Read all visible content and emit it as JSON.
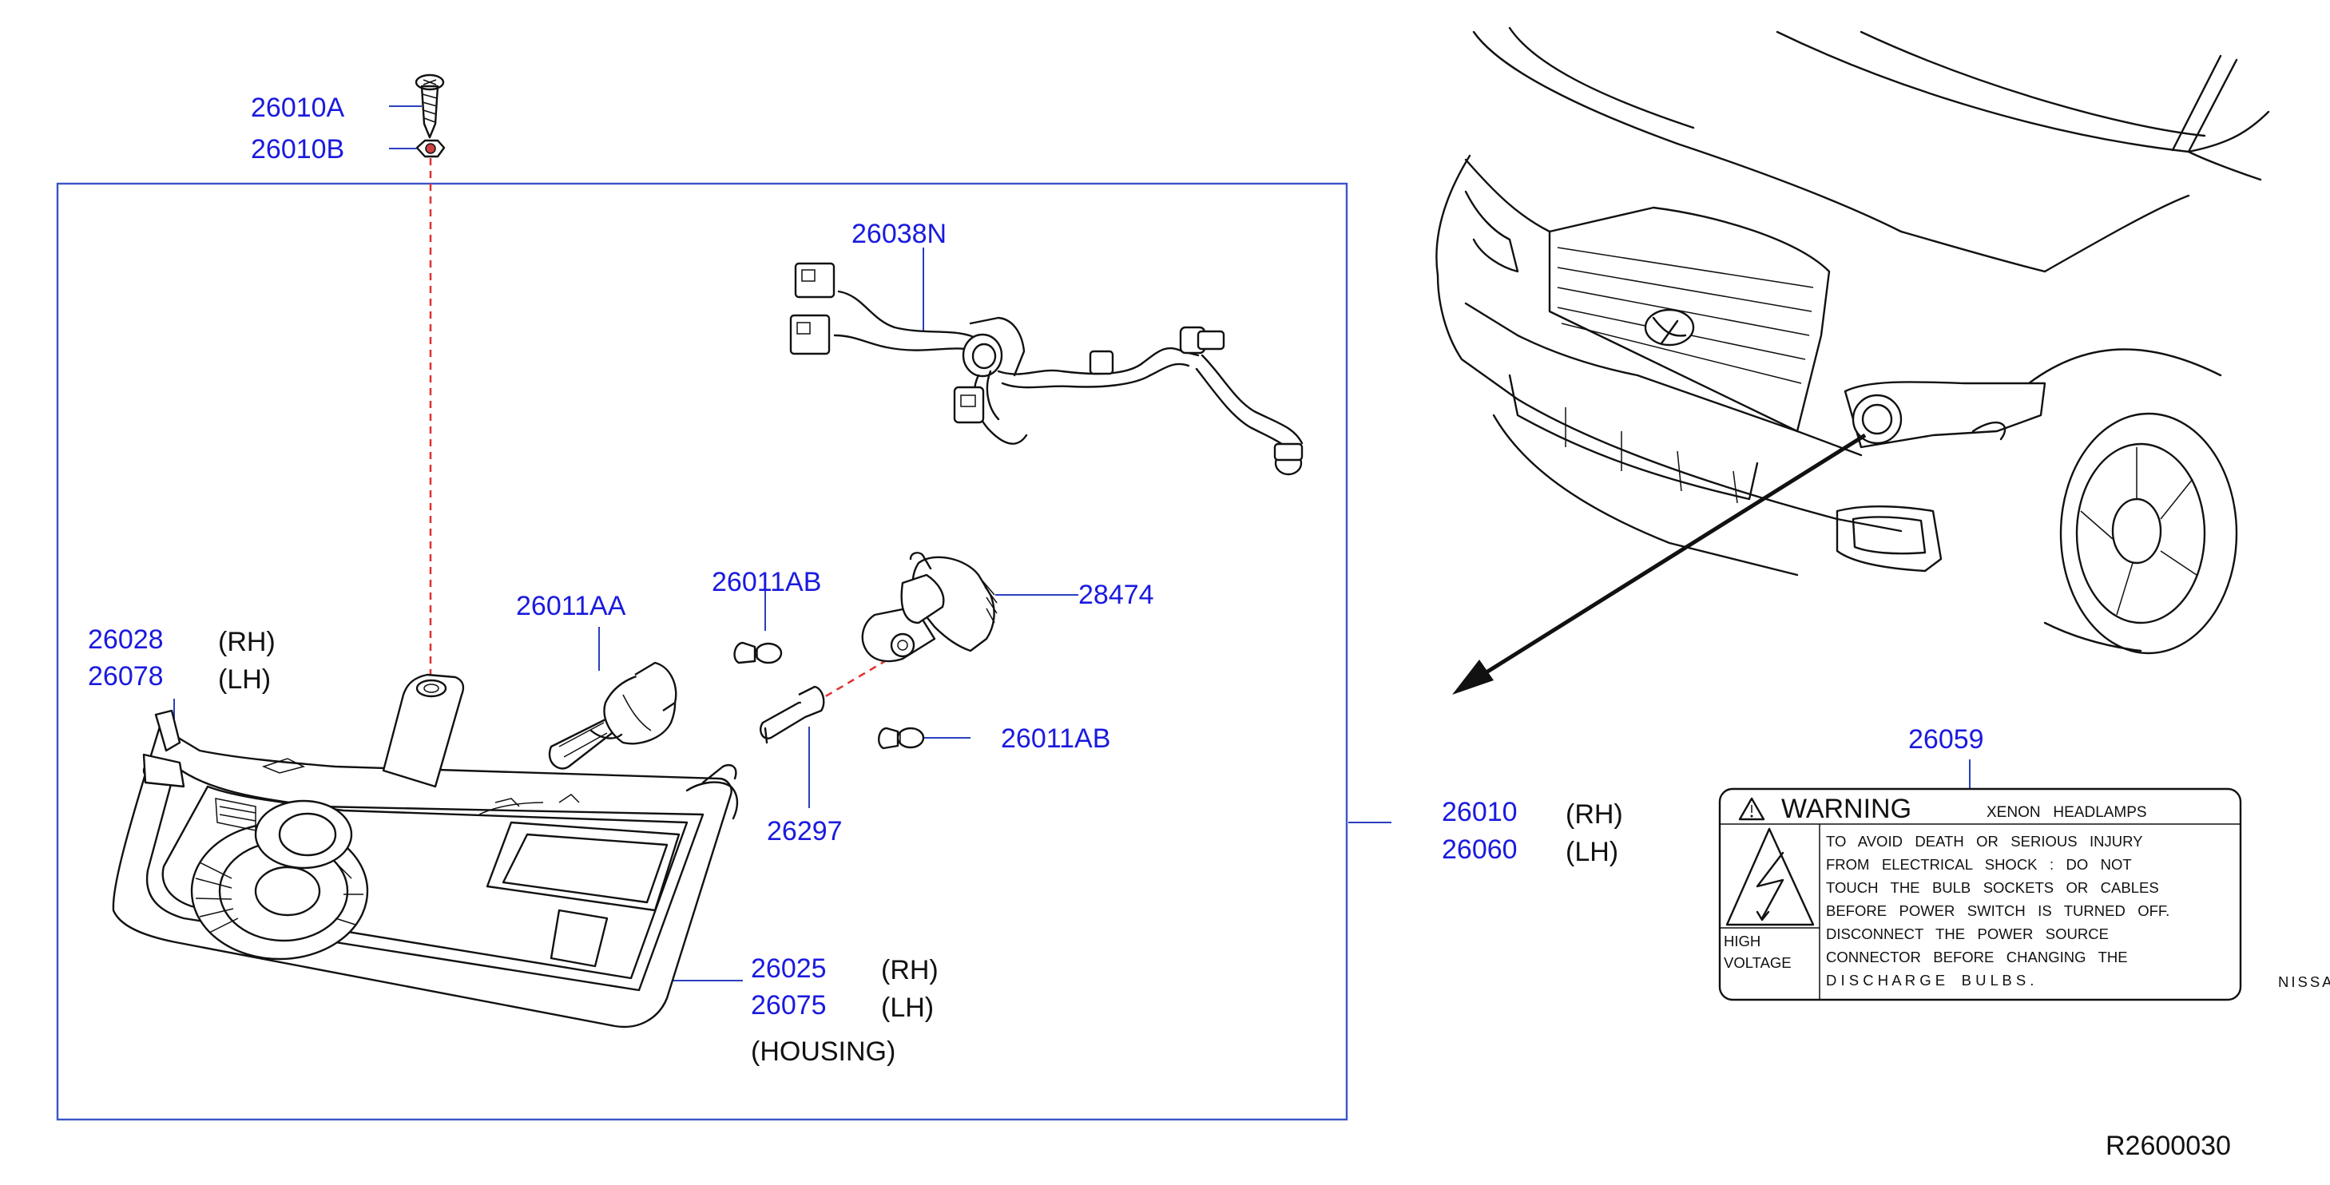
{
  "diagram_id": "R2600030",
  "parts": {
    "p_26010A": "26010A",
    "p_26010B": "26010B",
    "p_26038N": "26038N",
    "p_26011AA": "26011AA",
    "p_26011AB_top": "26011AB",
    "p_26011AB_bottom": "26011AB",
    "p_28474": "28474",
    "p_26028": "26028",
    "p_26078": "26078",
    "p_26297": "26297",
    "p_26025": "26025",
    "p_26075": "26075",
    "p_26010": "26010",
    "p_26060": "26060",
    "p_26059": "26059"
  },
  "sides": {
    "rh": "(RH)",
    "lh": "(LH)"
  },
  "housing_label": "(HOUSING)",
  "warning_label": {
    "title": "WARNING",
    "subtitle": "XENON   HEADLAMPS",
    "lines": [
      "TO   AVOID   DEATH   OR   SERIOUS   INJURY",
      "FROM   ELECTRICAL   SHOCK   :   DO   NOT",
      "TOUCH   THE   BULB   SOCKETS   OR   CABLES",
      "BEFORE   POWER   SWITCH   IS   TURNED   OFF.",
      "DISCONNECT   THE   POWER   SOURCE",
      "CONNECTOR   BEFORE   CHANGING   THE",
      "D I S C H A R G E    B U L B S ."
    ],
    "hv_line1": "HIGH",
    "hv_line2": "VOLTAGE",
    "brand_fragment": "NISSA"
  },
  "colors": {
    "part_number": "#1a1adf",
    "frame": "#3a55c8",
    "dashed_guide": "#e03030",
    "line_art": "#111111"
  }
}
